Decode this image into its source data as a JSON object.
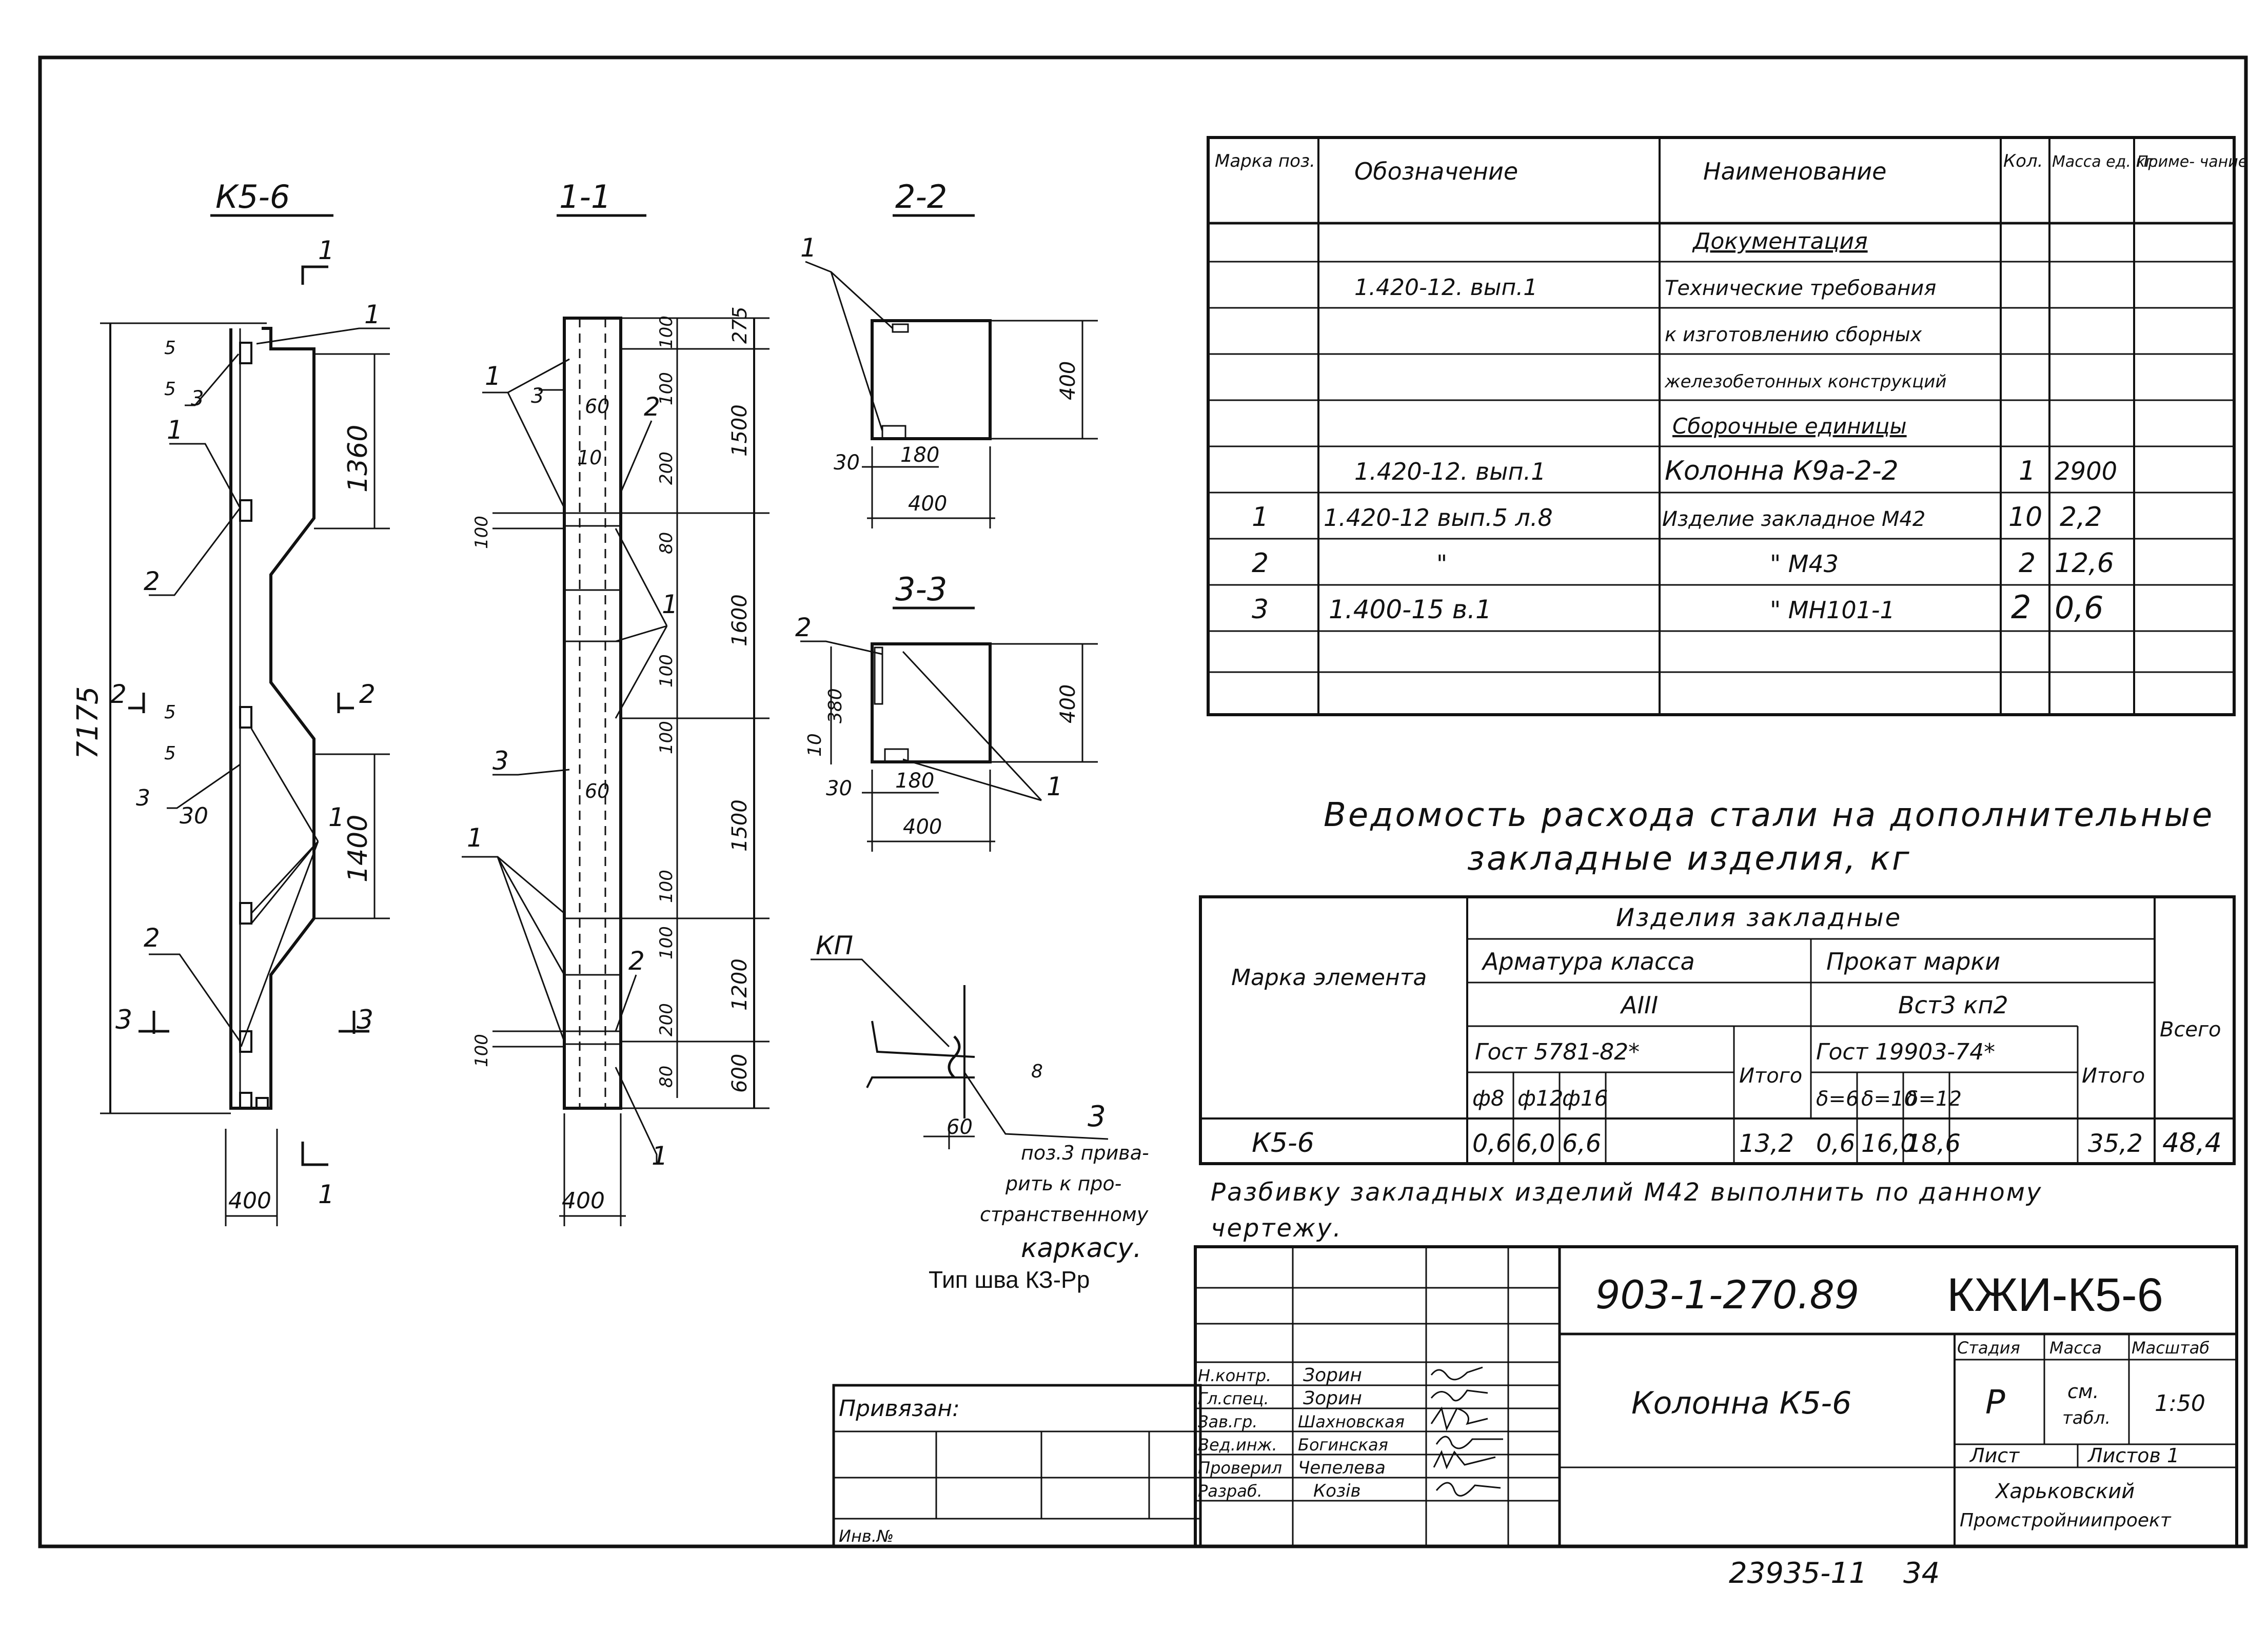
{
  "drawings": {
    "main_title": "К5-6",
    "section_1_title": "1-1",
    "section_2_title": "2-2",
    "section_3_title": "3-3",
    "main": {
      "total_height": "7175",
      "width": "400",
      "dim_1360": "1360",
      "dim_1400": "1400",
      "dim_30": "30",
      "dim_5a": "5",
      "dim_5b": "5",
      "dim_5c": "5",
      "dim_5d": "5",
      "cut_1": "1",
      "cut_2": "2",
      "cut_3": "3",
      "pos_1a": "1",
      "pos_1b": "1",
      "pos_1c": "1",
      "pos_2a": "2",
      "pos_2b": "2",
      "pos_3a": "3",
      "pos_3b": "3"
    },
    "section_1": {
      "width": "400",
      "dims_right": [
        "275",
        "1500",
        "1600",
        "1500",
        "1200",
        "600"
      ],
      "dims_inner": [
        "100",
        "100",
        "200",
        "80",
        "100",
        "100",
        "100",
        "100",
        "200",
        "80"
      ],
      "dim_60a": "60",
      "dim_60b": "60",
      "dim_10": "10",
      "dim_100l_a": "100",
      "dim_100l_b": "100",
      "pos_1a": "1",
      "pos_1b": "1",
      "pos_1c": "1",
      "pos_1d": "1",
      "pos_2a": "2",
      "pos_2b": "2",
      "pos_3a": "3",
      "pos_3b": "3"
    },
    "section_2": {
      "height": "400",
      "width": "400",
      "dim_30": "30",
      "dim_180": "180",
      "pos_1": "1"
    },
    "section_3": {
      "height": "400",
      "width": "400",
      "dim_30": "30",
      "dim_180": "180",
      "dim_10": "10",
      "dim_380": "380",
      "pos_1": "1",
      "pos_2": "2"
    },
    "kp": {
      "label": "КП",
      "dim_60": "60",
      "pos_3": "3",
      "note_lines": [
        "поз.3 привa-",
        "рить к про-",
        "странственному",
        "каркасу."
      ],
      "weld_type": "Тип шва КЗ-Рр"
    }
  },
  "spec_table": {
    "headers": [
      "Марка поз.",
      "Обозначение",
      "Наименование",
      "Кол.",
      "Масса ед. кг.",
      "Приме- чание"
    ],
    "rows": [
      [
        "",
        "",
        "Документация",
        "",
        "",
        ""
      ],
      [
        "",
        "1.420-12. вып.1",
        "Технические требования",
        "",
        "",
        ""
      ],
      [
        "",
        "",
        "к изготовлению сборных",
        "",
        "",
        ""
      ],
      [
        "",
        "",
        "железобетонных конструкций",
        "",
        "",
        ""
      ],
      [
        "",
        "",
        "Сборочные единицы",
        "",
        "",
        ""
      ],
      [
        "",
        "1.420-12. вып.1",
        "Колонна К9а-2-2",
        "1",
        "2900",
        ""
      ],
      [
        "1",
        "1.420-12 вып.5 л.8",
        "Изделие закладное М42",
        "10",
        "2,2",
        ""
      ],
      [
        "2",
        "\"",
        "\"     М43",
        "2",
        "12,6",
        ""
      ],
      [
        "3",
        "1.400-15 в.1",
        "\"     МН101-1",
        "2",
        "0,6",
        ""
      ],
      [
        "",
        "",
        "",
        "",
        "",
        ""
      ]
    ]
  },
  "steel": {
    "title_line1": "Ведомость расхода стали на дополнительные",
    "title_line2": "закладные изделия, кг",
    "h_mark": "Марка элемента",
    "h_items": "Изделия закладные",
    "h_armature": "Арматура класса",
    "h_armature_class": "АIII",
    "h_rolled": "Прокат марки",
    "h_rolled_grade": "Вст3 кп2",
    "h_gost1": "Гост 5781-82*",
    "h_gost2": "Гост 19903-74*",
    "h_total_part": "Итого",
    "h_total": "Всего",
    "sub": [
      "ф8",
      "ф12",
      "ф16",
      "",
      "δ=6",
      "δ=10",
      "δ=12",
      ""
    ],
    "row": {
      "mark": "К5-6",
      "values": [
        "0,6",
        "6,0",
        "6,6",
        "",
        "13,2",
        "0,6",
        "16,0",
        "18,6",
        "",
        "35,2",
        "48,4"
      ]
    }
  },
  "note": {
    "line1": "Разбивку закладных изделий М42 выполнить по данному",
    "line2": "чертежу."
  },
  "title_block": {
    "code": "903-1-270.89",
    "sheet_code": "КЖИ-К5-6",
    "privyazan": "Привязан:",
    "inv": "Инв.№",
    "roles": [
      "Н.контр.",
      "Гл.спец.",
      "Зав.гр.",
      "Вед.инж.",
      "Проверил",
      "Разраб."
    ],
    "names": [
      "Зорин",
      "Зорин",
      "Шахновская",
      "Богинская",
      "Чепелева",
      "Козів"
    ],
    "title": "Колонна К5-6",
    "stage_h": "Стадия",
    "mass_h": "Масса",
    "scale_h": "Масштаб",
    "stage": "Р",
    "mass_line1": "см.",
    "mass_line2": "табл.",
    "scale": "1:50",
    "sheet_h": "Лист",
    "sheets_h": "Листов 1",
    "org_line1": "Харьковский",
    "org_line2": "Промстройниипроект"
  },
  "footer": {
    "archive": "23935-11",
    "page": "34"
  }
}
